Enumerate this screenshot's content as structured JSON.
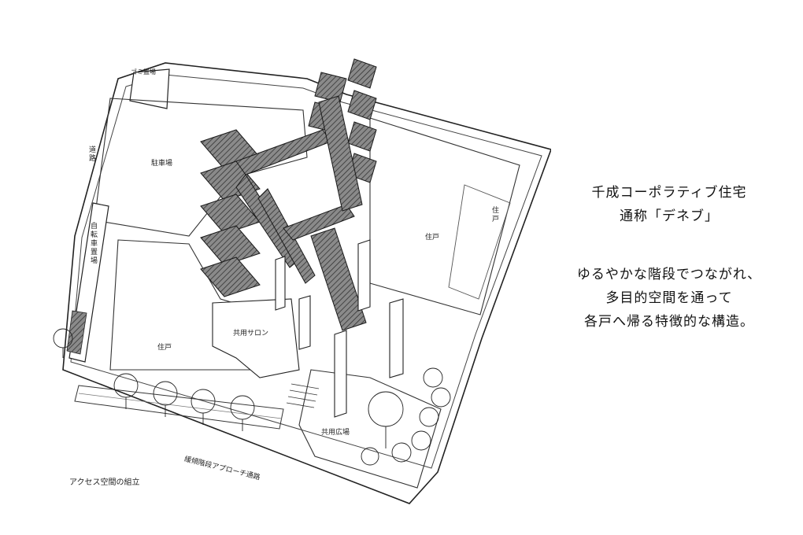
{
  "diagram": {
    "labels": {
      "garbage": "ゴミ置場",
      "road": "道路",
      "parking": "駐車場",
      "bicycle": "自転車置場",
      "dwelling_right": "住戸",
      "salon": "共用サロン",
      "dwelling_left": "住戸",
      "plaza": "共用広場",
      "approach": "緩傾階段アプローチ通路",
      "dwelling_far": "住戸",
      "caption": "アクセス空間の組立"
    }
  },
  "text": {
    "title_line1": "千成コーポラティブ住宅",
    "title_line2": "通称「デネブ」",
    "desc_line1": "ゆるやかな階段でつながれ、",
    "desc_line2": "多目的空間を通って",
    "desc_line3": "各戸へ帰る特徴的な構造。"
  }
}
